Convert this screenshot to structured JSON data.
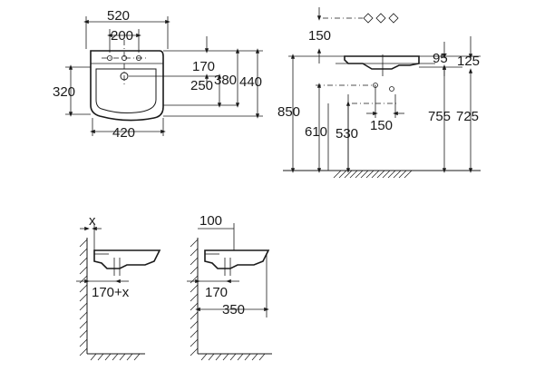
{
  "top_view": {
    "width_overall": "520",
    "tap_spacing": "200",
    "height_overall": "320",
    "outlet_offset": "170",
    "bowl_depth": "250",
    "back_depth": "380",
    "total_depth": "440",
    "base_width": "420"
  },
  "side_view": {
    "tap_height": "150",
    "rim_thickness": "95",
    "front_lip": "125",
    "rim_height": "850",
    "trap_height_a": "610",
    "trap_height_b": "530",
    "trap_offset": "150",
    "waste_height": "755",
    "rim_height_b": "725"
  },
  "wall_detail_left": {
    "gap_label": "x",
    "projection": "170+x"
  },
  "wall_detail_right": {
    "gap_value": "100",
    "projection": "170",
    "depth": "350"
  },
  "colors": {
    "line": "#1a1a1a",
    "background": "#ffffff"
  }
}
